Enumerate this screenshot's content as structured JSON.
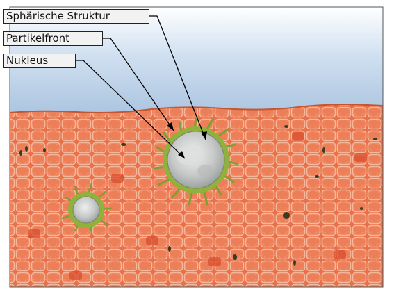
{
  "figure": {
    "labels": {
      "spharische_struktur": "Sphärische Struktur",
      "partikelfront": "Partikelfront",
      "nukleus": "Nukleus"
    },
    "colors": {
      "sky": "#b9d0e6",
      "tissue": "#e8714a",
      "cell_outline": "#f4b49a",
      "particle_front": "#8fb23c",
      "nucleus": "#c7c9c9",
      "leader_line": "#000000"
    }
  }
}
